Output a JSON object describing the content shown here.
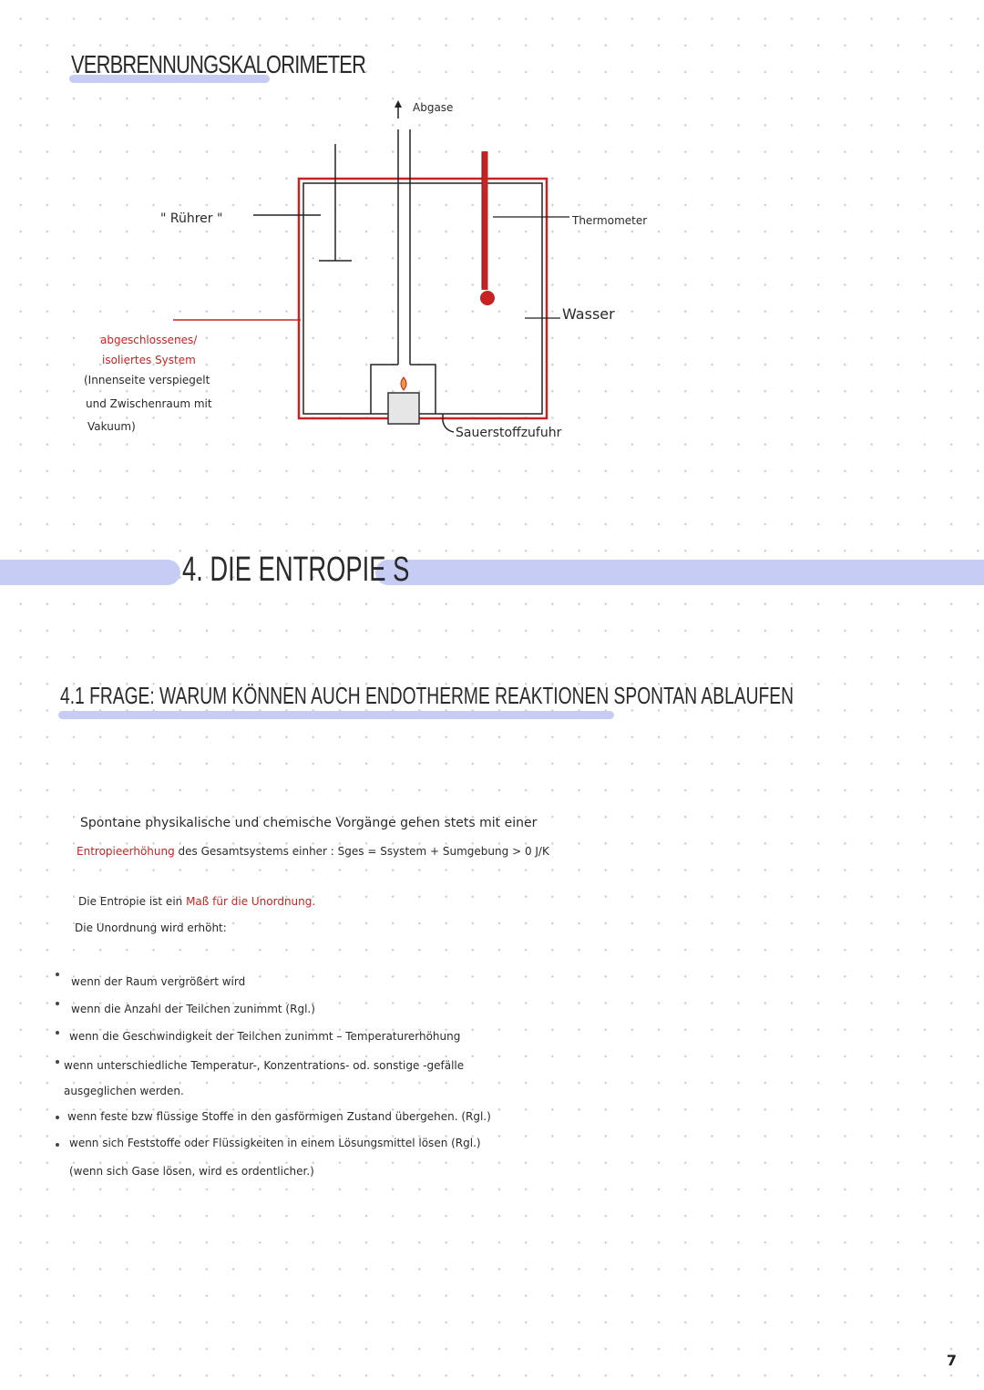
{
  "header": {
    "title": "VERBRENNUNGSKALORIMETER"
  },
  "diagram": {
    "abgase": "Abgase",
    "ruehrer": "\" Rührer \"",
    "thermometer": "Thermometer",
    "wasser": "Wasser",
    "sauerstoff": "Sauerstoffzufuhr",
    "system_lines": [
      "abgeschlossenes/",
      "isoliertes System",
      "(Innenseite verspiegelt",
      "und Zwischenraum mit",
      "Vakuum)"
    ]
  },
  "section": {
    "title": "4. DIE ENTROPIE S"
  },
  "subsection": {
    "title": "4.1 FRAGE: WARUM KÖNNEN AUCH ENDOTHERME REAKTIONEN SPONTAN ABLAUFEN"
  },
  "intro": {
    "line1": "Spontane physikalische und chemische Vorgänge gehen stets mit einer",
    "line2_red": "Entropieerhöhung",
    "line2_rest": " des Gesamtsystems einher : Sges = Ssystem + Sumgebung > 0 J/K"
  },
  "definition": {
    "prefix": "Die Entropie ist ein ",
    "red": "Maß für die Unordnung.",
    "line2": "Die Unordnung wird erhöht:"
  },
  "bullets": [
    "wenn der Raum vergrößert wird",
    "wenn die Anzahl der Teilchen zunimmt (Rgl.)",
    "wenn die Geschwindigkeit der Teilchen zunimmt – Temperaturerhöhung",
    "wenn unterschiedliche Temperatur-, Konzentrations- od. sonstige -gefälle",
    "ausgeglichen werden.",
    "wenn feste bzw flüssige Stoffe in den gasförmigen Zustand übergehen. (Rgl.)",
    "wenn sich Feststoffe oder Flüssigkeiten in einem Lösungsmittel lösen (Rgl.)",
    "(wenn sich Gase lösen, wird es ordentlicher.)"
  ],
  "page_number": "7",
  "colors": {
    "accent": "#c7ccf5",
    "red": "#c82323"
  }
}
